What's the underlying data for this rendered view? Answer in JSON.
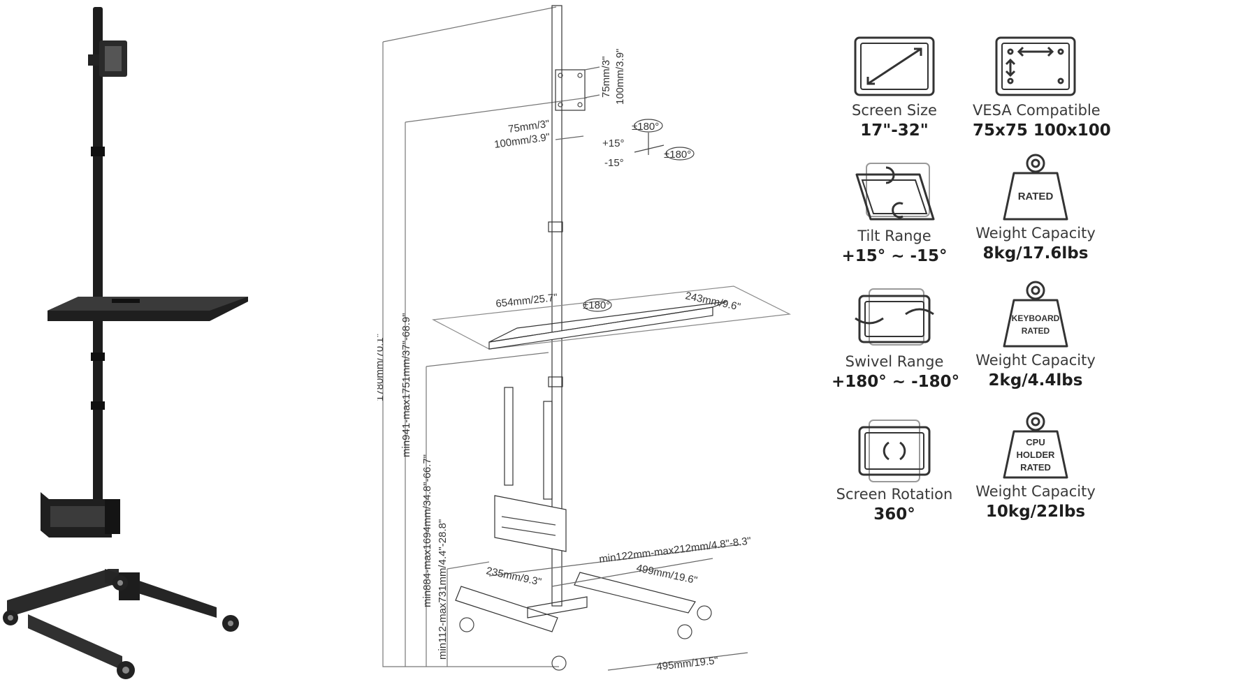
{
  "drawing": {
    "dims": {
      "vesa_75": "75mm/3\"",
      "vesa_100": "100mm/3.9\"",
      "vesa_75_v": "75mm/3\"",
      "vesa_100_v": "100mm/3.9\"",
      "tilt_plus": "+15°",
      "tilt_minus": "-15°",
      "swivel_180_a": "±180°",
      "swivel_180_b": "±180°",
      "rotation_180": "±180°",
      "tray_width": "654mm/25.7\"",
      "tray_depth": "243mm/9.6\"",
      "total_height": "1780mm/70.1\"",
      "tray_height": "min941-max1751mm/37\"-68.9\"",
      "holder_height": "min884-max1694mm/34.8\"-66.7\"",
      "base_height": "min112-max731mm/4.4\"-28.8\"",
      "holder_width": "min122mm-max212mm/4.8\"-8.3\"",
      "holder_depth": "235mm/9.3\"",
      "base_depth": "499mm/19.6\"",
      "base_width": "495mm/19.5\""
    }
  },
  "features": [
    {
      "icon": "screen-size-icon",
      "label": "Screen Size",
      "value": "17\"-32\""
    },
    {
      "icon": "vesa-icon",
      "label": "VESA Compatible",
      "value": "75x75 100x100"
    },
    {
      "icon": "tilt-icon",
      "label": "Tilt Range",
      "value": "+15° ~ -15°"
    },
    {
      "icon": "weight-icon",
      "label": "Weight Capacity",
      "value": "8kg/17.6lbs",
      "badge": [
        "RATED"
      ]
    },
    {
      "icon": "swivel-icon",
      "label": "Swivel Range",
      "value": "+180° ~ -180°"
    },
    {
      "icon": "keyboard-weight-icon",
      "label": "Weight Capacity",
      "value": "2kg/4.4lbs",
      "badge": [
        "KEYBOARD",
        "RATED"
      ]
    },
    {
      "icon": "rotation-icon",
      "label": "Screen Rotation",
      "value": "360°"
    },
    {
      "icon": "cpu-weight-icon",
      "label": "Weight Capacity",
      "value": "10kg/22lbs",
      "badge": [
        "CPU",
        "HOLDER",
        "RATED"
      ]
    }
  ]
}
